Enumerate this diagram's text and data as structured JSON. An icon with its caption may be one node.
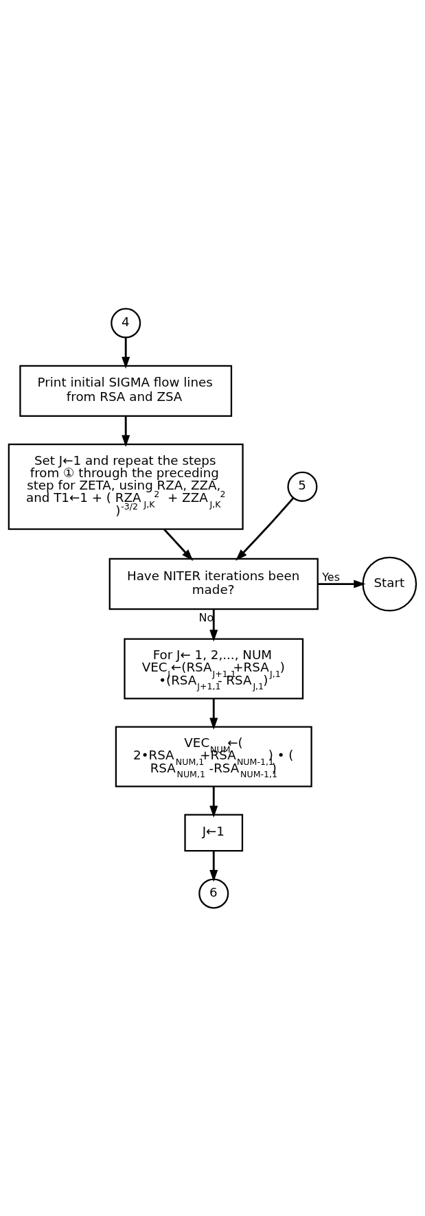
{
  "diagram": {
    "nodes": [
      {
        "text": [
          "4"
        ]
      },
      {
        "text": [
          "Print initial SIGMA flow lines from RSA and ZSA"
        ]
      },
      {
        "text": [
          "Set J←1 and repeat the steps from ① through the preceding step for ZETA, using RZA, ZZA, and T1←1 + ( RZA$_{J,K}$$^{2}$ + ZZA$_{J,K}$$^{2}$ )$^{-3/2}$"
        ]
      },
      {
        "text": [
          "5"
        ]
      },
      {
        "text": [
          "Have NITER iterations been made?"
        ]
      },
      {
        "text": [
          "Start"
        ]
      },
      {
        "text": [
          "For J← 1, 2,..., NUM VEC$_{J}$←(RSA$_{J+1,1}$+RSA$_{J,1}$) •(RSA$_{J+1,1}$- RSA$_{J,1}$)"
        ]
      },
      {
        "text": [
          "VEC$_{NUM}$←( 2•RSA$_{NUM,1}$+RSA$_{NUM-1,1}$) • ( RSA$_{NUM,1}$ -RSA$_{NUM-1,1}$)"
        ]
      },
      {
        "text": [
          "J←1"
        ]
      },
      {
        "text": [
          "6"
        ]
      }
    ],
    "edges": [
      {
        "from": 0,
        "to": 1,
        "arrow": "to"
      },
      {
        "from": 1,
        "to": 2,
        "arrow": "to"
      },
      {
        "from": 2,
        "to": 4,
        "arrow": "to"
      },
      {
        "from": 3,
        "to": 4,
        "arrow": "to"
      },
      {
        "from": 4,
        "to": 5,
        "arrow": "to",
        "label": "Yes"
      },
      {
        "from": 4,
        "to": 6,
        "arrow": "to",
        "label": "No"
      },
      {
        "from": 6,
        "to": 7,
        "arrow": "to"
      },
      {
        "from": 7,
        "to": 8,
        "arrow": "to"
      },
      {
        "from": 8,
        "to": 9,
        "arrow": "to"
      }
    ]
  }
}
